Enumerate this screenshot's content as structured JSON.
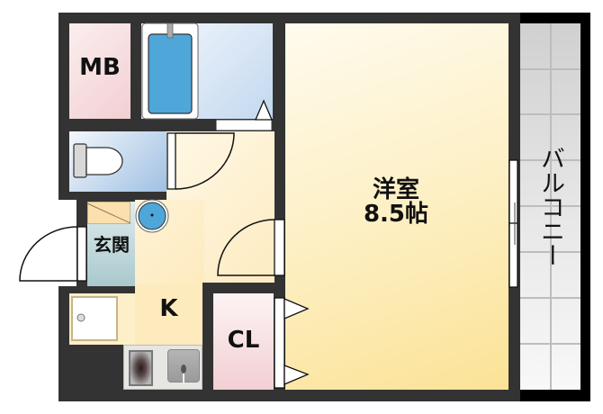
{
  "floor_plan": {
    "rooms": {
      "mb": {
        "label": "MB"
      },
      "western_room": {
        "label": "洋室",
        "size": "8.5帖"
      },
      "entrance": {
        "label": "玄関"
      },
      "kitchen": {
        "label": "K"
      },
      "closet": {
        "label": "CL"
      },
      "balcony": {
        "label": "バルコニー"
      }
    },
    "colors": {
      "wall": "#333333",
      "balcony_frame": "#000000",
      "mb_fill": "#f5d9db",
      "bath_fill": "#cfe0f3",
      "toilet_fill": "#b9d3ee",
      "floor_cream": "#fdf1cf",
      "western_fill": "#fbe7a6",
      "entrance_fill": "#b7d3d6",
      "closet_fill": "#f7dde0",
      "balcony_fill": "#e3e3e3",
      "tub_blue": "#3a97d0"
    }
  }
}
